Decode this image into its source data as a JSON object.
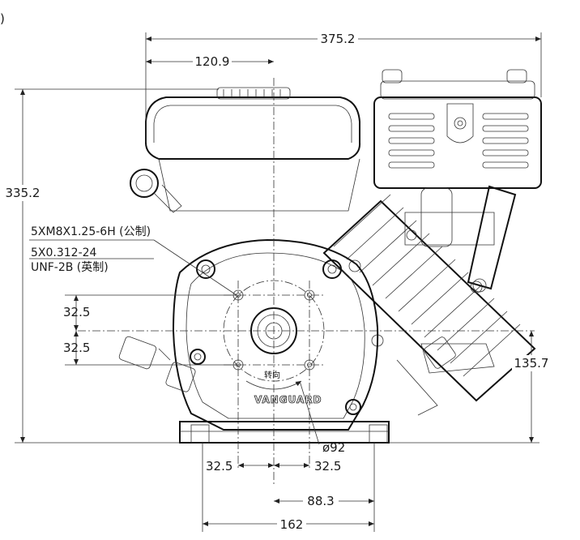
{
  "corner_mark": ")",
  "dimensions": {
    "overall_width": "375.2",
    "shaft_offset": "120.9",
    "overall_height": "335.2",
    "shaft_height": "135.7",
    "hole_up": "32.5",
    "hole_down": "32.5",
    "hole_left": "32.5",
    "hole_right": "32.5",
    "base_offset": "88.3",
    "base_width": "162",
    "pcd": "ø92"
  },
  "notes": {
    "thread_metric": "5XM8X1.25-6H (公制)",
    "thread_imperial_line1": "5X0.312-24",
    "thread_imperial_line2": "UNF-2B (英制)"
  },
  "labels": {
    "rotation": "转向",
    "brand": "VANGUARD"
  }
}
